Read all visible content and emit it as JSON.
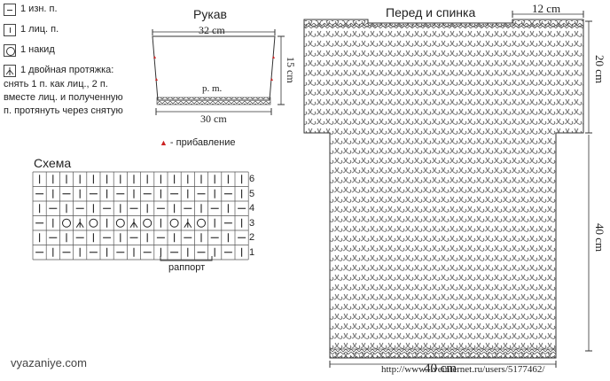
{
  "legend": {
    "items": [
      {
        "symbol": "purl-dash",
        "label": "1 изн. п."
      },
      {
        "symbol": "knit-bar",
        "label": "1 лиц. п."
      },
      {
        "symbol": "yarn-over-circle",
        "label": "1 накид"
      },
      {
        "symbol": "double-decrease",
        "label": "1 двойная протяжка:",
        "extra": [
          "снять 1 п. как лиц., 2 п.",
          "вместе лиц. и полученную",
          "п. протянуть через снятую"
        ]
      }
    ],
    "increase_label": "- прибавление"
  },
  "sleeve": {
    "title": "Рукав",
    "top_width": "32 cm",
    "bottom_width": "30 cm",
    "height": "15 cm",
    "rib_label": "р. m."
  },
  "body": {
    "title": "Перед и спинка",
    "neck_width": "12 cm",
    "upper_height": "20 cm",
    "lower_height": "40 cm",
    "bottom_width": "40 cm"
  },
  "chart": {
    "title": "Схема",
    "row_numbers": [
      "6",
      "5",
      "4",
      "3",
      "2",
      "1"
    ],
    "repeat_label": "раппорт",
    "rows": [
      [
        "|",
        "|",
        "|",
        "|",
        "|",
        "|",
        "|",
        "|",
        "|",
        "|",
        "|",
        "|",
        "|",
        "|",
        "|",
        "|"
      ],
      [
        "—",
        "|",
        "—",
        "|",
        "—",
        "|",
        "—",
        "|",
        "—",
        "|",
        "—",
        "|",
        "—",
        "|",
        "—",
        "|"
      ],
      [
        "|",
        "—",
        "|",
        "—",
        "|",
        "—",
        "|",
        "—",
        "|",
        "—",
        "|",
        "—",
        "|",
        "—",
        "|",
        "—"
      ],
      [
        "—",
        "|",
        "O",
        "λ",
        "O",
        "|",
        "O",
        "λ",
        "O",
        "|",
        "O",
        "λ",
        "O",
        "|",
        "—",
        "|"
      ],
      [
        "|",
        "—",
        "|",
        "—",
        "|",
        "—",
        "|",
        "—",
        "|",
        "—",
        "|",
        "—",
        "|",
        "—",
        "|",
        "—"
      ],
      [
        "—",
        "|",
        "—",
        "|",
        "—",
        "|",
        "—",
        "|",
        "—",
        "|",
        "—",
        "|",
        "—",
        "|",
        "—",
        "|"
      ]
    ]
  },
  "footer": {
    "site": "vyazaniye.com",
    "watermark": "http://www.liveinternet.ru/users/5177462/"
  },
  "colors": {
    "line": "#333333",
    "pattern": "#555555",
    "accent": "#cc2222"
  }
}
